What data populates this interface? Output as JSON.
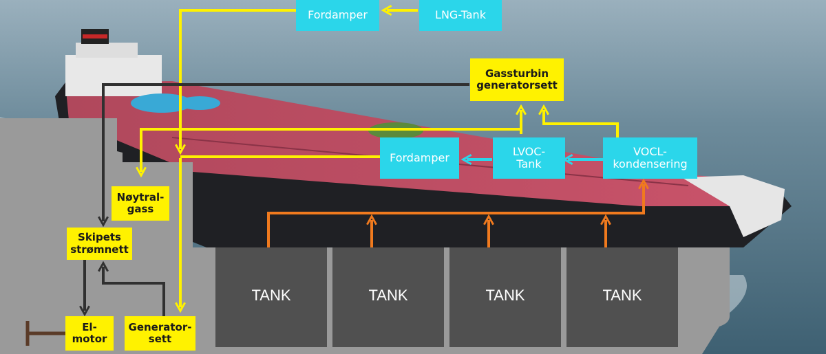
{
  "boxes": {
    "fordamper_top": "Fordamper",
    "lng_tank": "LNG-Tank",
    "gasturbin_line1": "Gassturbin",
    "gasturbin_line2": "generatorsett",
    "fordamper_mid": "Fordamper",
    "lvoc_line1": "LVOC-",
    "lvoc_line2": "Tank",
    "vocl_line1": "VOCL-",
    "vocl_line2": "kondensering",
    "noytral_line1": "Nøytral-",
    "noytral_line2": "gass",
    "skipets_line1": "Skipets",
    "skipets_line2": "strømnett",
    "elmotor_line1": "El-",
    "elmotor_line2": "motor",
    "generator_line1": "Generator-",
    "generator_line2": "sett"
  },
  "tanks": [
    "TANK",
    "TANK",
    "TANK",
    "TANK"
  ],
  "colors": {
    "yellow": "#fff200",
    "cyan": "#2bd6ea",
    "orange": "#f07a1e",
    "dark_line": "#303030",
    "ship_gray": "#9a9a9a",
    "tank_fill": "#505050",
    "sea": "#5d7f90"
  }
}
